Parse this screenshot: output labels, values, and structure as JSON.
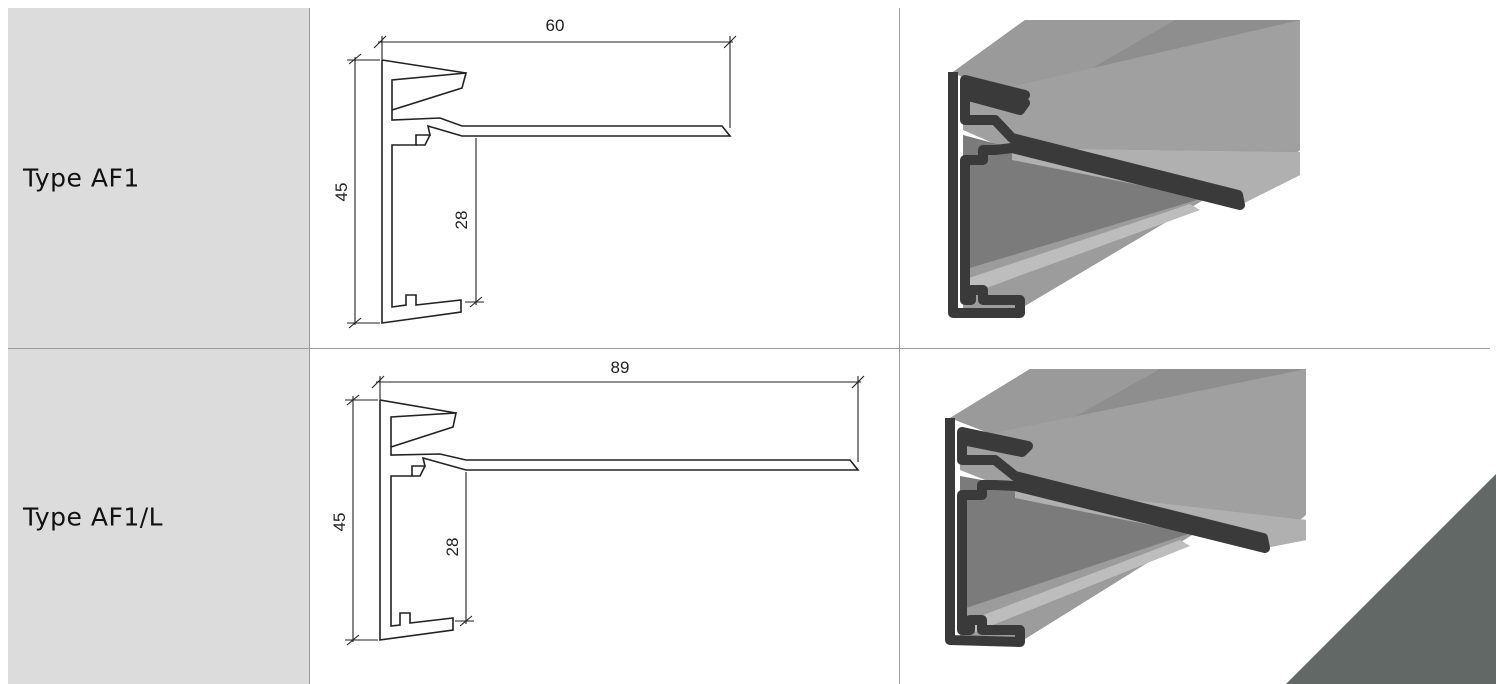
{
  "rows": [
    {
      "type_label": "Type AF1",
      "dim_width": "60",
      "dim_height": "45",
      "dim_inner": "28"
    },
    {
      "type_label": "Type AF1/L",
      "dim_width": "89",
      "dim_height": "45",
      "dim_inner": "28"
    }
  ],
  "colors": {
    "label_bg": "#dcdcdc",
    "grid_line": "#9a9a9a",
    "corner_accent": "#616866",
    "profile_dark": "#3a3a3a"
  }
}
